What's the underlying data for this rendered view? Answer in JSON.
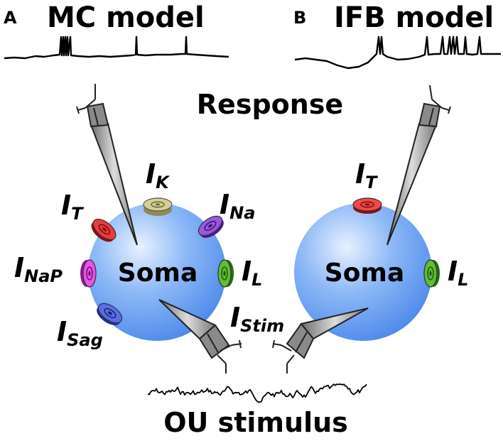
{
  "panel_a": {
    "letter": "A",
    "title": "MC model",
    "soma_label": "Soma",
    "channels": [
      {
        "name": "I",
        "sub": "K",
        "color": "#c9c58a"
      },
      {
        "name": "I",
        "sub": "Na",
        "color": "#8a3bd6"
      },
      {
        "name": "I",
        "sub": "T",
        "color": "#e02424"
      },
      {
        "name": "I",
        "sub": "NaP",
        "color": "#e040e0"
      },
      {
        "name": "I",
        "sub": "L",
        "color": "#4caf2a"
      },
      {
        "name": "I",
        "sub": "Sag",
        "color": "#4a5fd8"
      }
    ]
  },
  "panel_b": {
    "letter": "B",
    "title": "IFB model",
    "soma_label": "Soma",
    "channels": [
      {
        "name": "I",
        "sub": "T",
        "color": "#e02424"
      },
      {
        "name": "I",
        "sub": "L",
        "color": "#4caf2a"
      }
    ]
  },
  "labels": {
    "response": "Response",
    "stimulus": "OU stimulus",
    "stim_current": {
      "name": "I",
      "sub": "Stim"
    }
  },
  "colors": {
    "soma": "#5f9bf0",
    "electrode": "#8c8c8c",
    "trace": "#000000"
  }
}
